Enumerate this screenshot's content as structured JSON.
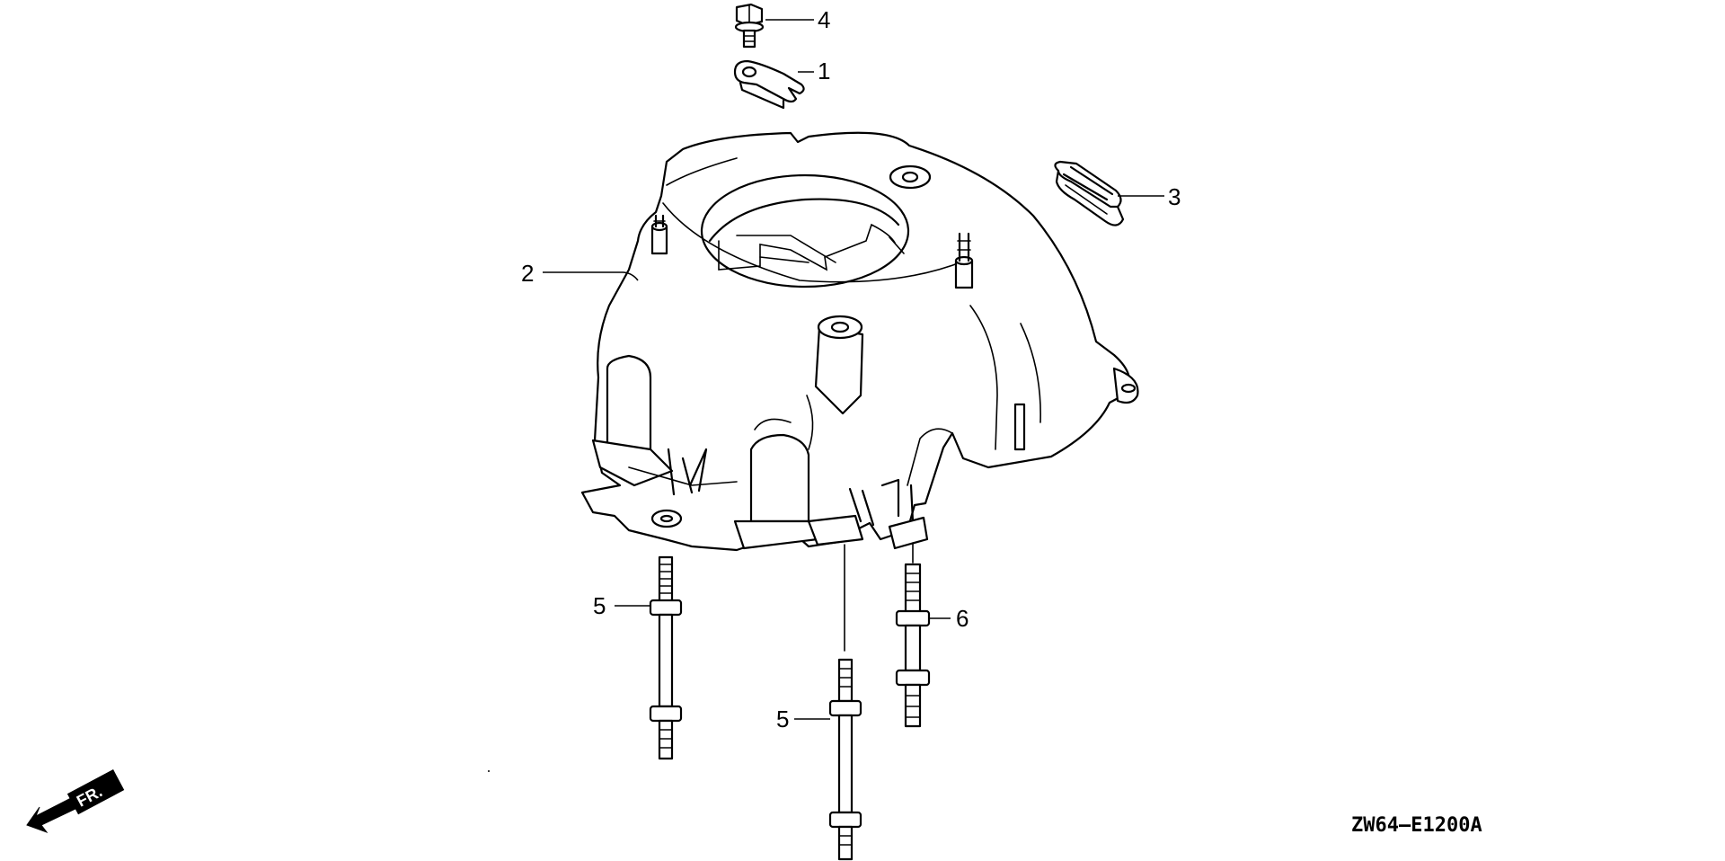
{
  "callouts": {
    "c1": "1",
    "c2": "2",
    "c3": "3",
    "c4": "4",
    "c5a": "5",
    "c5b": "5",
    "c6": "6"
  },
  "direction_label": "FR.",
  "drawing_code": "ZW64–E1200A",
  "colors": {
    "line": "#000000",
    "background": "#ffffff"
  },
  "icons": {
    "direction": "front-direction-arrow-icon"
  }
}
